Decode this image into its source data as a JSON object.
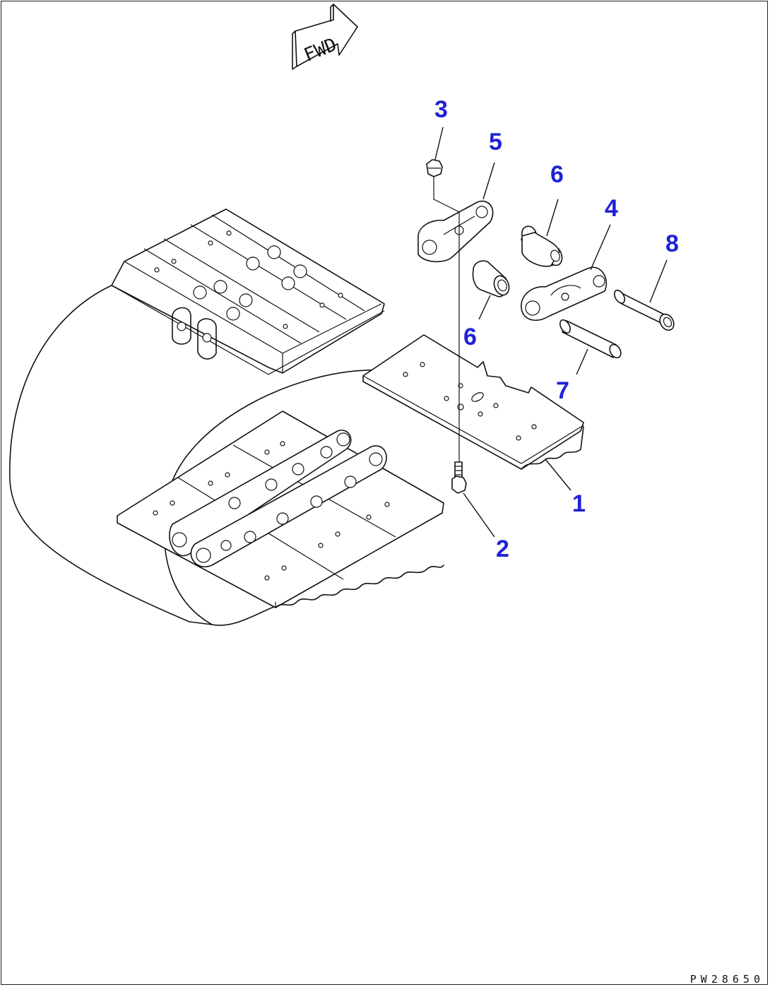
{
  "direction_arrow": {
    "label": "FWD"
  },
  "callouts": [
    {
      "id": "c1",
      "number": "1",
      "part": "shoe"
    },
    {
      "id": "c2",
      "number": "2",
      "part": "bolt"
    },
    {
      "id": "c3",
      "number": "3",
      "part": "nut"
    },
    {
      "id": "c4",
      "number": "4",
      "part": "link"
    },
    {
      "id": "c5",
      "number": "5",
      "part": "link"
    },
    {
      "id": "c6a",
      "number": "6",
      "part": "bushing"
    },
    {
      "id": "c6b",
      "number": "6",
      "part": "bushing"
    },
    {
      "id": "c7",
      "number": "7",
      "part": "pin"
    },
    {
      "id": "c8",
      "number": "8",
      "part": "pin"
    }
  ],
  "drawing_code": "PW28650",
  "colors": {
    "callout": "#1f22d6",
    "line": "#111111",
    "background": "#ffffff"
  }
}
